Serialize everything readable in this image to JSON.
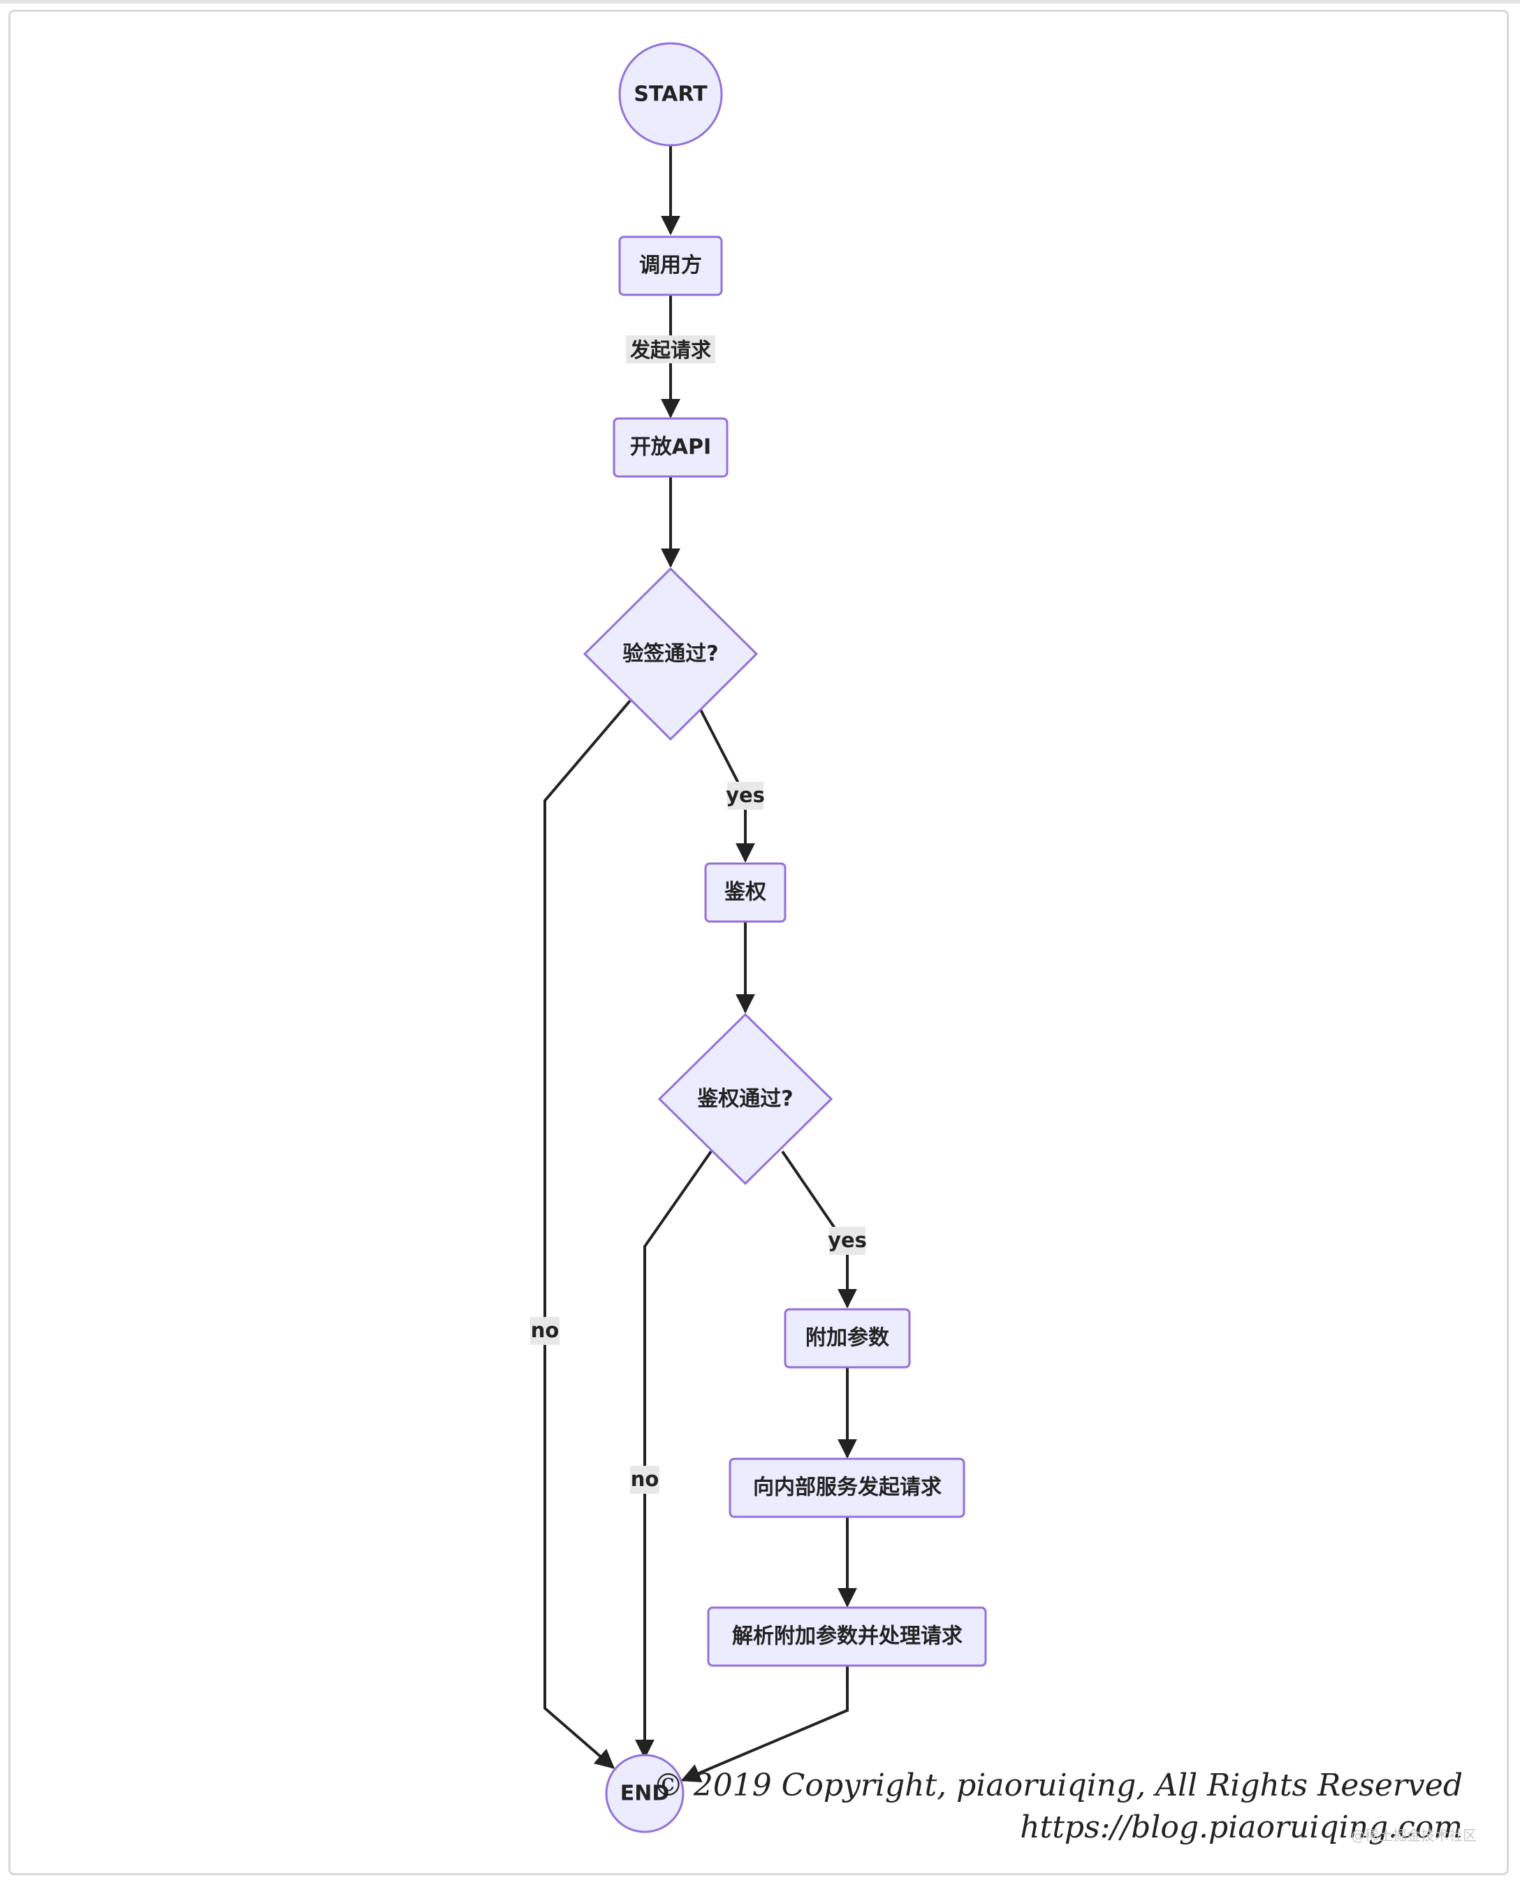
{
  "nodes": {
    "start": "START",
    "caller": "调用方",
    "open_api": "开放API",
    "sig_check": "验签通过?",
    "auth": "鉴权",
    "auth_check": "鉴权通过?",
    "attach_params": "附加参数",
    "internal_request": "向内部服务发起请求",
    "parse_process": "解析附加参数并处理请求",
    "end": "END"
  },
  "edges": {
    "caller_to_api": "发起请求",
    "sig_yes": "yes",
    "sig_no": "no",
    "auth_yes": "yes",
    "auth_no": "no"
  },
  "footer": {
    "copyright": "© 2019 Copyright,  piaoruiqing,  All Rights Reserved",
    "url": "https://blog.piaoruiqing.com",
    "watermark": "@稀土掘金技术社区"
  },
  "colors": {
    "node_fill": "#ececff",
    "node_stroke": "#9370db",
    "edge": "#222222",
    "edge_label_bg": "#e8e8e8"
  }
}
